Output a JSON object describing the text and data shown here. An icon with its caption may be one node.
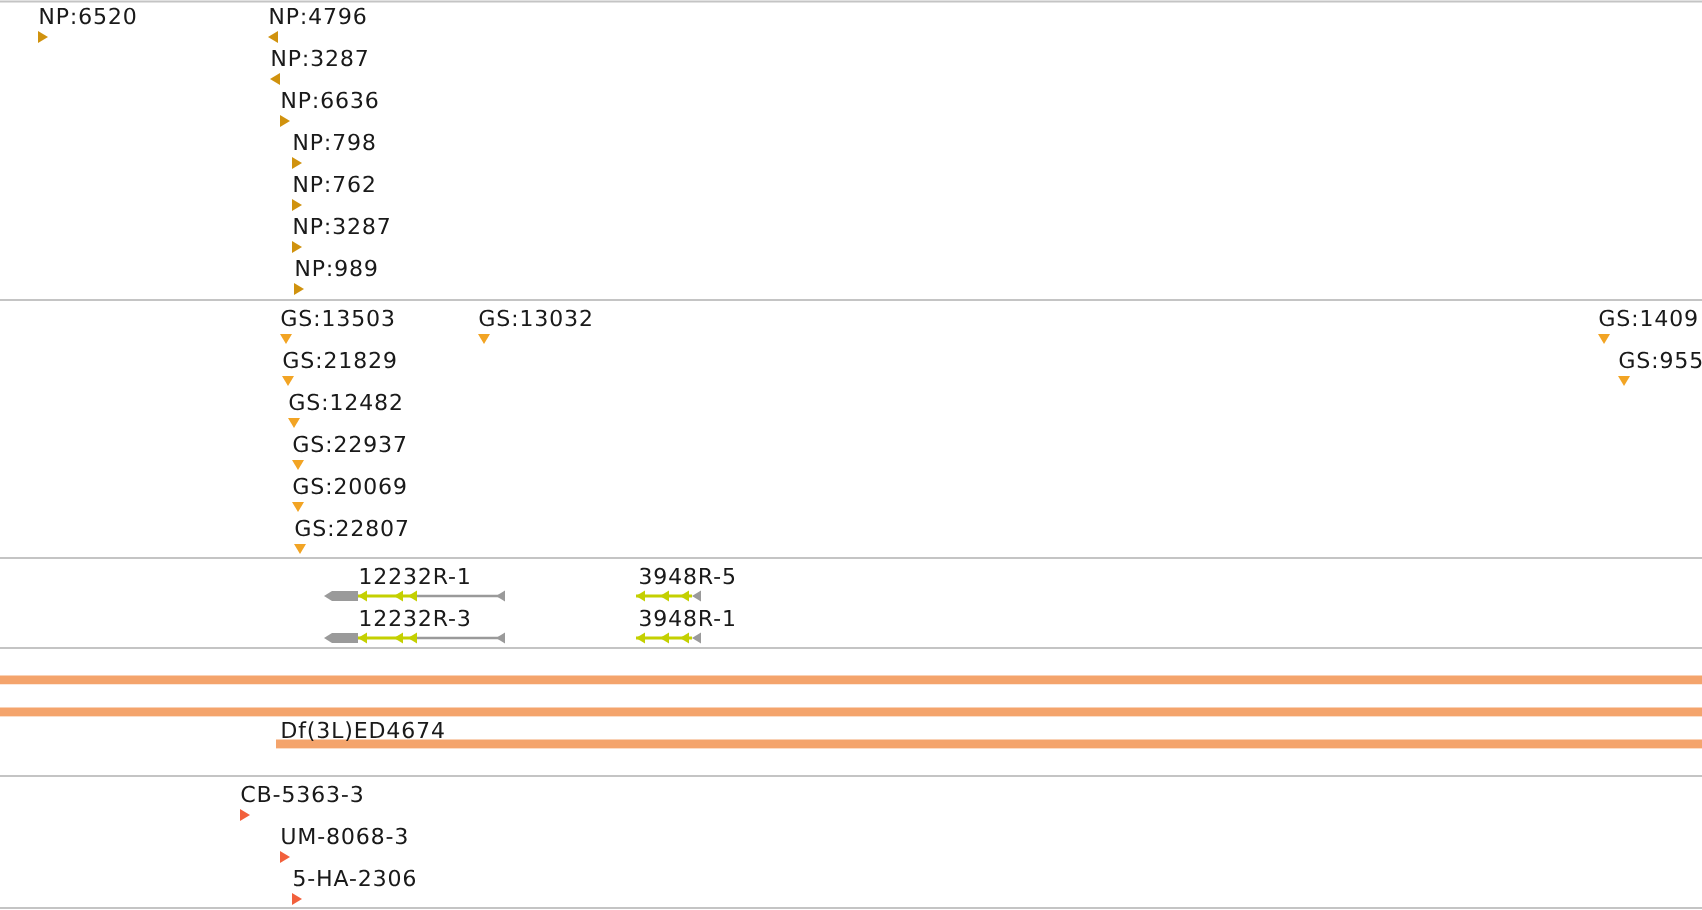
{
  "diagram": {
    "labels": [
      "NP:6520",
      "NP:4796",
      "NP:3287",
      "NP:6636",
      "NP:798",
      "NP:762",
      "NP:3287",
      "NP:989",
      "GS:13503",
      "GS:13032",
      "GS:1409",
      "GS:21829",
      "GS:955",
      "GS:12482",
      "GS:22937",
      "GS:20069",
      "GS:22807",
      "12232R-1",
      "3948R-5",
      "12232R-3",
      "3948R-1",
      "Df(3L)ED4674",
      "CB-5363-3",
      "UM-8068-3",
      "5-HA-2306"
    ]
  }
}
